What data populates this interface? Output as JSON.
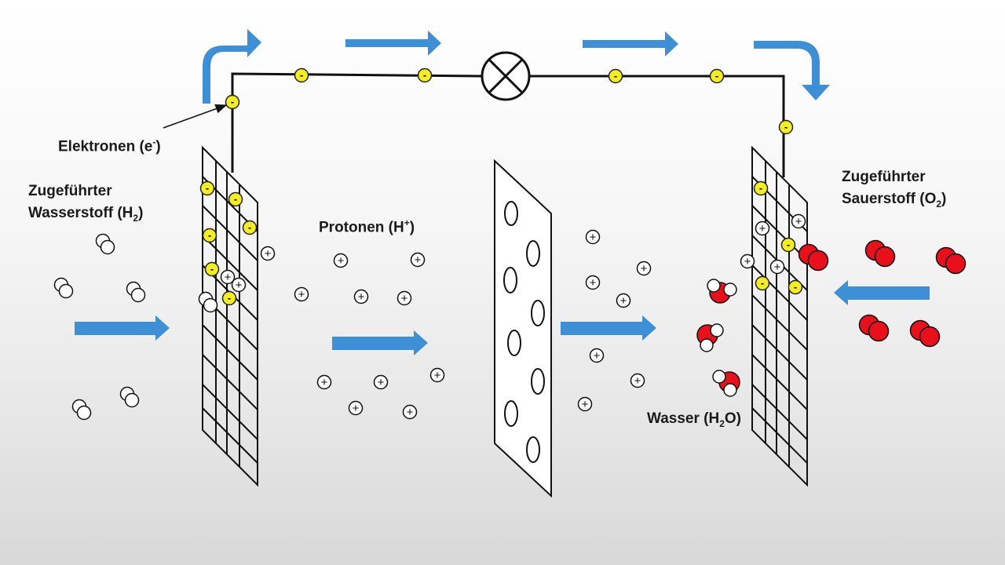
{
  "labels": {
    "electrons": {
      "text": "Elektronen (e",
      "sup": "-",
      "after": ")"
    },
    "hydrogen_line1": "Zugeführter",
    "hydrogen_line2": {
      "text": "Wasserstoff (H",
      "sub": "2",
      "after": ")"
    },
    "protons": {
      "text": "Protonen (H",
      "sup": "+",
      "after": ")"
    },
    "oxygen_line1": "Zugeführter",
    "oxygen_line2": {
      "text": "Sauerstoff (O",
      "sub": "2",
      "after": ")"
    },
    "water": {
      "text": "Wasser (H",
      "sub": "2",
      "after": "O)"
    }
  },
  "symbols": {
    "electron": "-",
    "proton": "+"
  },
  "colors": {
    "arrow": "#3d8fd6",
    "electron_fill": "#f2ee22",
    "oxygen_red": "#e8101a",
    "hydrogen_white": "#ffffff",
    "wire": "#111111"
  }
}
